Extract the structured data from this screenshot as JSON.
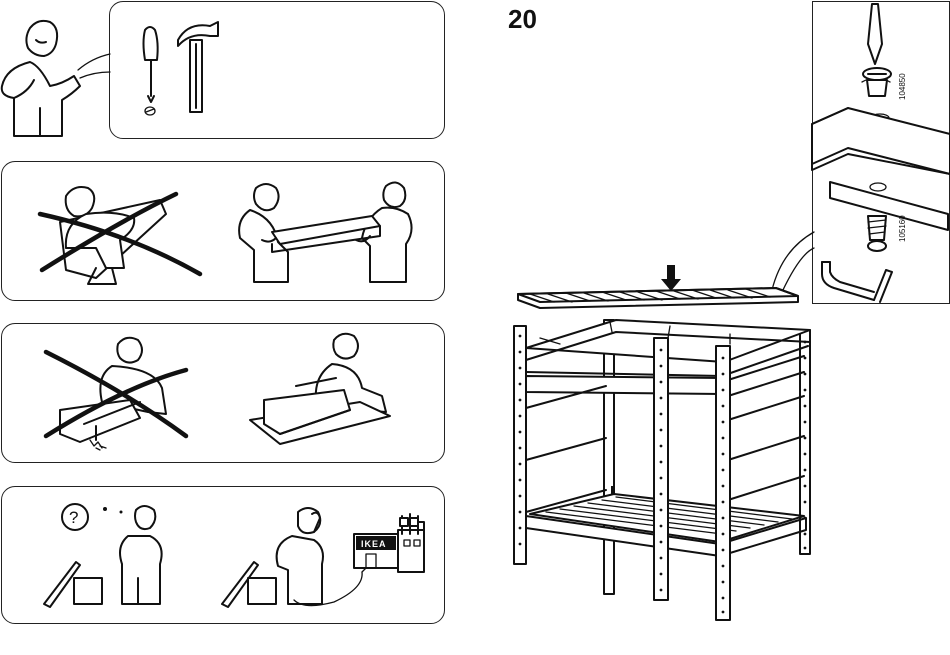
{
  "step": {
    "number": "20"
  },
  "part_codes": {
    "top": "104850",
    "bottom": "105160"
  },
  "store_sign": {
    "text": "IKEA"
  },
  "question_mark": "?",
  "colors": {
    "ink": "#111111",
    "paper": "#ffffff",
    "sign": "#111111"
  },
  "icons": [
    "screwdriver-icon",
    "hammer-icon",
    "assembly-figure-icon",
    "bunk-bed-illustration",
    "bed-base-slats-icon",
    "bolt-icon",
    "screw-icon",
    "allen-key-icon",
    "arrow-down-icon"
  ]
}
